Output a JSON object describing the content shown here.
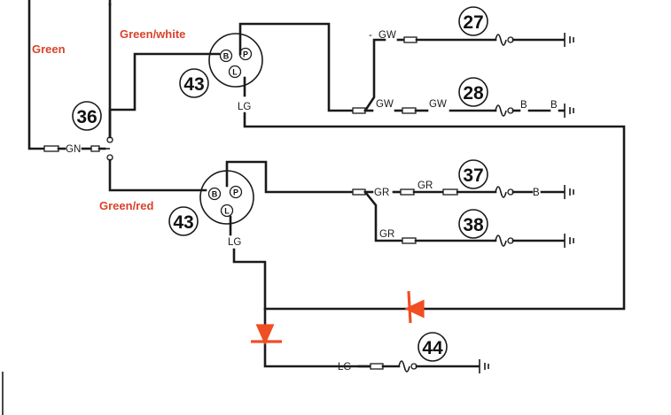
{
  "colors": {
    "wire": "#1a1a1a",
    "annotation": "#d9432b",
    "marker": "#f04e23"
  },
  "annotations": {
    "green": "Green",
    "green_white": "Green/white",
    "green_red": "Green/red"
  },
  "components": {
    "switch_top": {
      "ref": "43",
      "pins": [
        "B",
        "P",
        "L"
      ]
    },
    "switch_bottom": {
      "ref": "43",
      "pins": [
        "B",
        "P",
        "L"
      ]
    },
    "relay": {
      "ref": "36"
    },
    "lamp_27": {
      "ref": "27"
    },
    "lamp_28": {
      "ref": "28"
    },
    "lamp_37": {
      "ref": "37"
    },
    "lamp_38": {
      "ref": "38"
    },
    "lamp_44": {
      "ref": "44"
    }
  },
  "wire_labels": {
    "gn": "GN",
    "lg_top": "LG",
    "lg_bottom": "LG",
    "lg_44": "LG",
    "gw_27": "GW",
    "gw_28a": "GW",
    "gw_28b": "GW",
    "gr_a": "GR",
    "gr_b": "GR",
    "gr_38": "GR",
    "b_28a": "B",
    "b_28b": "B",
    "b_37": "B"
  }
}
